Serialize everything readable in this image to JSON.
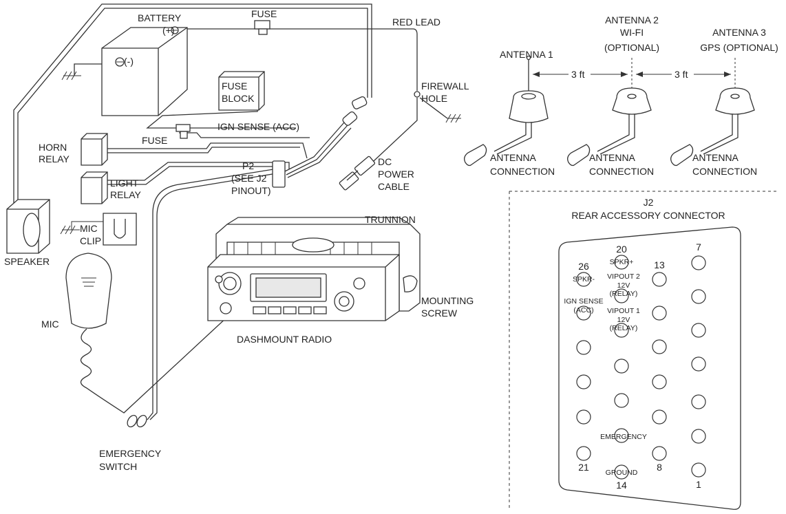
{
  "labels": {
    "battery": "BATTERY",
    "battery_pos": "(+)",
    "battery_neg": "(-)",
    "fuse_top": "FUSE",
    "red_lead": "RED LEAD",
    "fuse_block_1": "FUSE",
    "fuse_block_2": "BLOCK",
    "firewall_1": "FIREWALL",
    "firewall_2": "HOLE",
    "ign_sense": "IGN SENSE (ACC)",
    "fuse_lower": "FUSE",
    "horn_relay_1": "HORN",
    "horn_relay_2": "RELAY",
    "light_relay_1": "LIGHT",
    "light_relay_2": "RELAY",
    "p2_1": "P2",
    "p2_2": "(SEE J2",
    "p2_3": "PINOUT)",
    "dc_power_1": "DC",
    "dc_power_2": "POWER",
    "dc_power_3": "CABLE",
    "mic_clip_1": "MIC",
    "mic_clip_2": "CLIP",
    "speaker": "SPEAKER",
    "mic": "MIC",
    "trunnion": "TRUNNION",
    "mounting_screw_1": "MOUNTING",
    "mounting_screw_2": "SCREW",
    "dashmount_radio": "DASHMOUNT RADIO",
    "emergency_switch_1": "EMERGENCY",
    "emergency_switch_2": "SWITCH"
  },
  "antennas": {
    "a1": [
      "ANTENNA 1"
    ],
    "a2": [
      "ANTENNA 2",
      "WI-FI",
      "(OPTIONAL)"
    ],
    "a3": [
      "ANTENNA 3",
      "GPS (OPTIONAL)"
    ],
    "spacing_1": "3 ft",
    "spacing_2": "3 ft",
    "connection_1": [
      "ANTENNA",
      "CONNECTION"
    ],
    "connection_2": [
      "ANTENNA",
      "CONNECTION"
    ],
    "connection_3": [
      "ANTENNA",
      "CONNECTION"
    ]
  },
  "j2": {
    "title": "J2",
    "subtitle": "REAR ACCESSORY CONNECTOR",
    "pin_numbers": {
      "p20": "20",
      "p26": "26",
      "p13": "13",
      "p7": "7",
      "p21": "21",
      "p14": "14",
      "p8": "8",
      "p1": "1"
    },
    "pin_labels": {
      "spkr_plus": "SPKR+",
      "spkr_minus": "SPKR-",
      "vipout2": [
        "VIPOUT 2",
        "12V",
        "(RELAY)"
      ],
      "ign_sense": [
        "IGN SENSE",
        "(ACC)"
      ],
      "vipout1": [
        "VIPOUT 1",
        "12V",
        "(RELAY)"
      ],
      "emergency": "EMERGENCY",
      "ground": "GROUND"
    }
  }
}
